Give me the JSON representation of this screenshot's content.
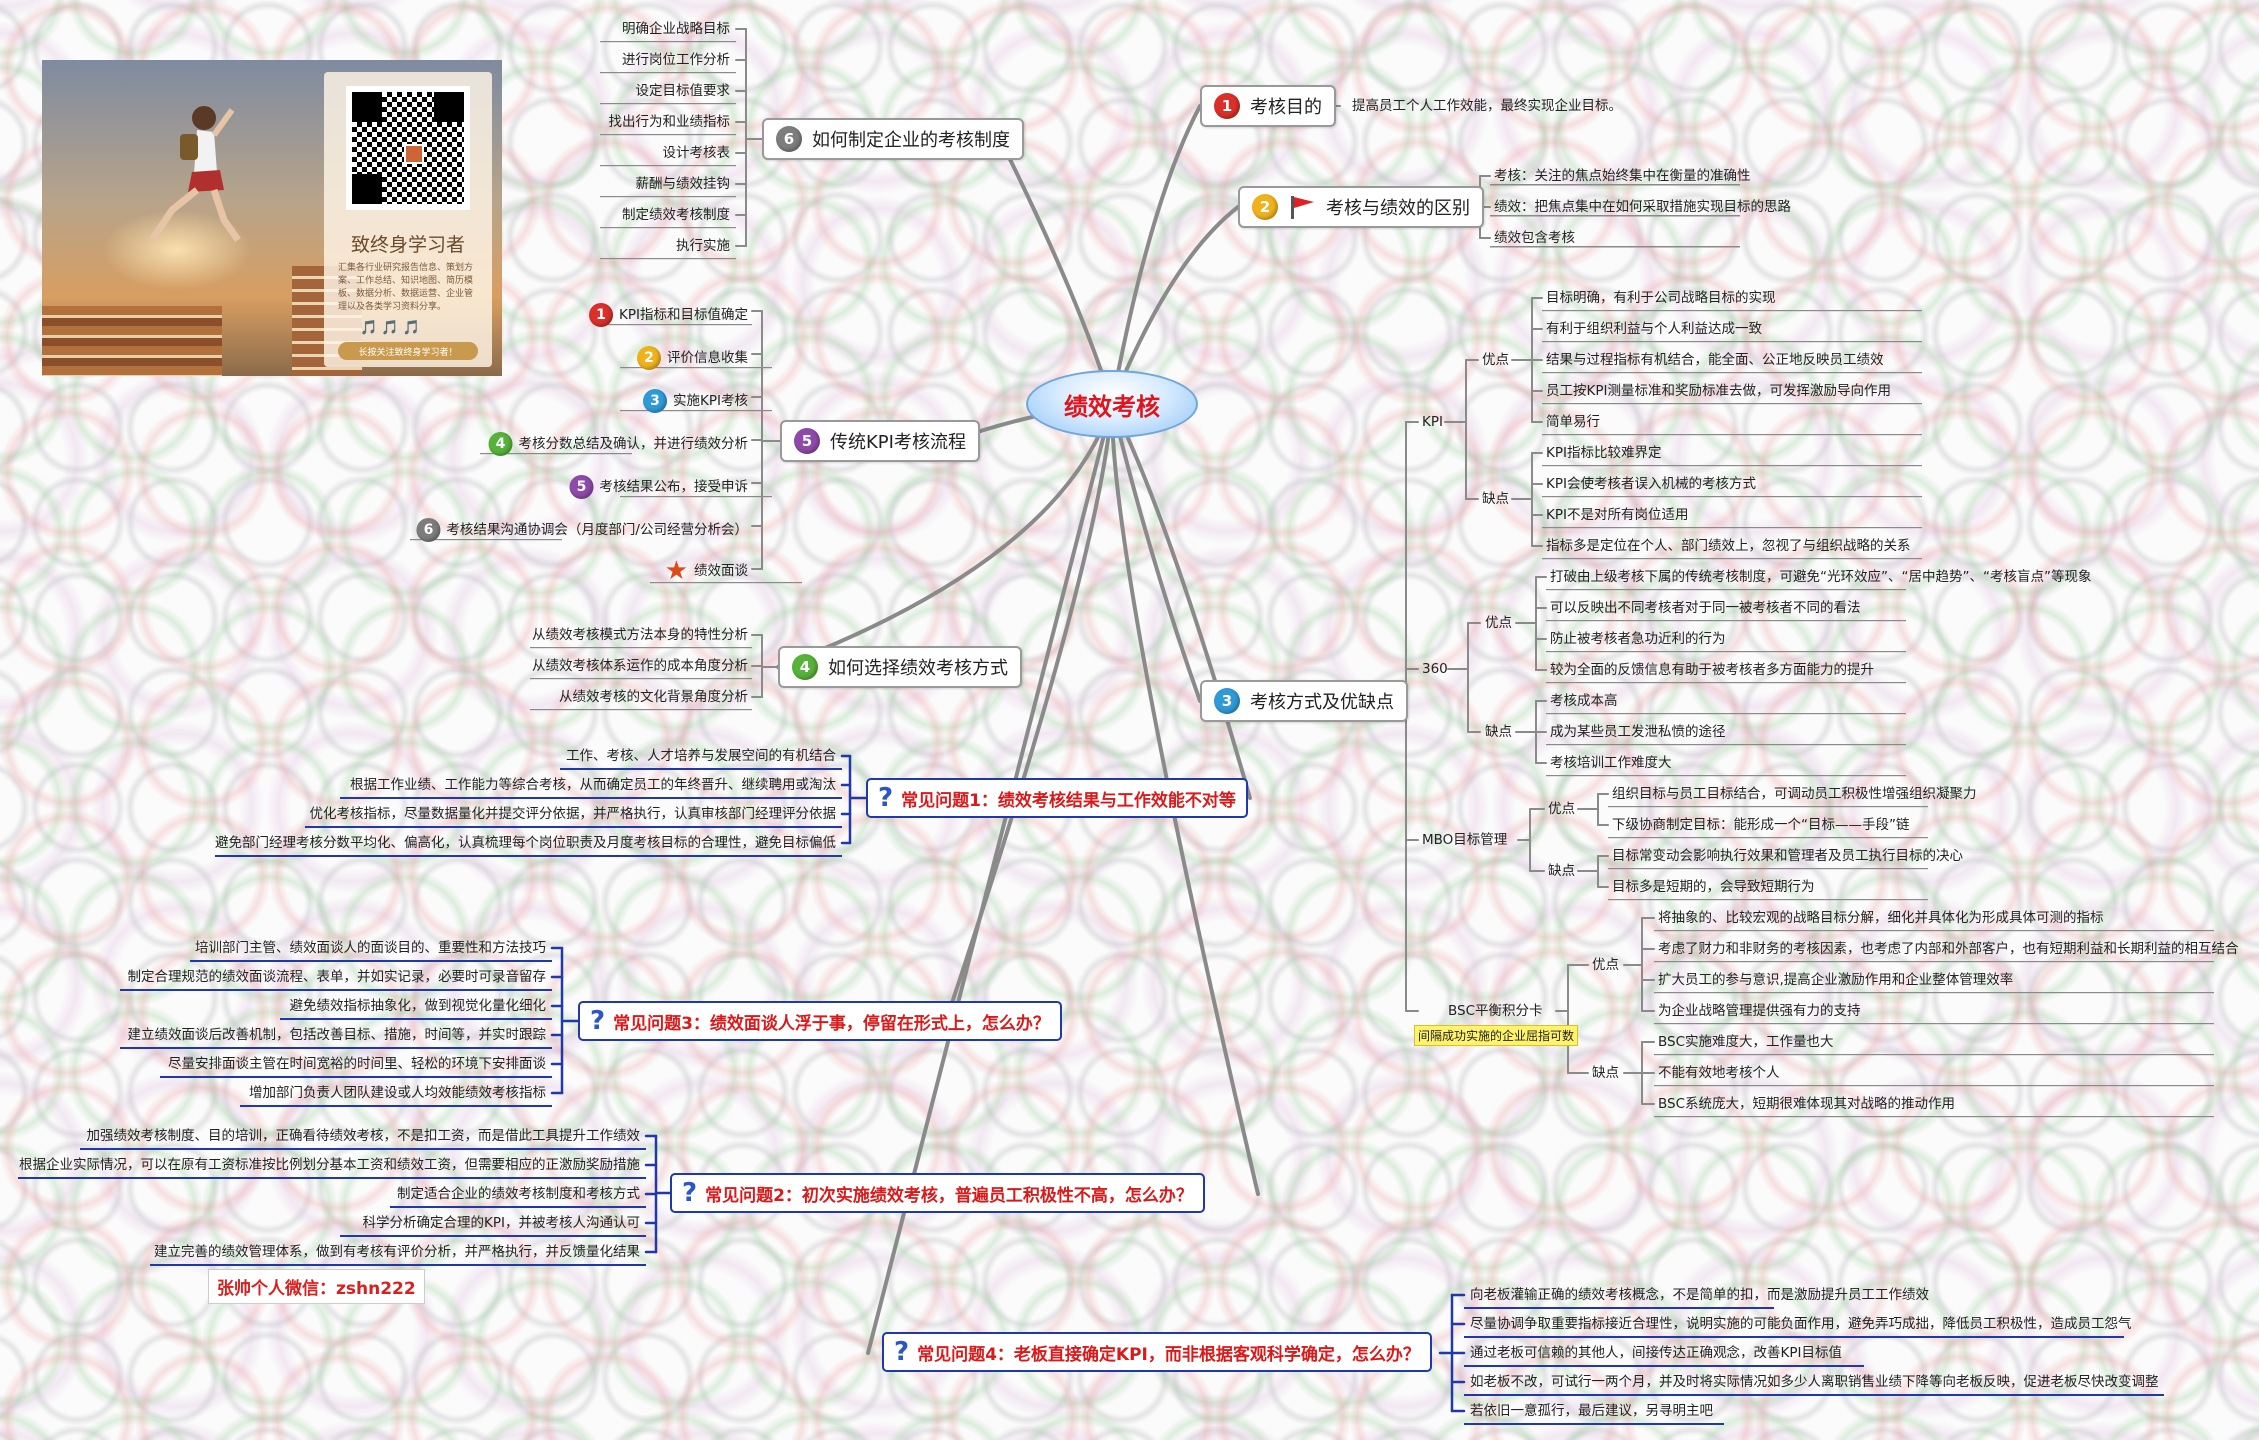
{
  "center": "绩效考核",
  "poster": {
    "title": "致终身学习者",
    "body": "汇集各行业研究报告信息、策划方案、工作总结、知识地图、简历模板、数据分析、数据运营、企业管理以及各类学习资料分享。",
    "stars": "🎵🎵🎵",
    "footer": "长按关注致终身学习者！"
  },
  "b1": {
    "num": "1",
    "label": "考核目的",
    "items": [
      "提高员工个人工作效能，最终实现企业目标。"
    ]
  },
  "b2": {
    "num": "2",
    "label": "考核与绩效的区别",
    "items": [
      "考核：关注的焦点始终集中在衡量的准确性",
      "绩效：把焦点集中在如何采取措施实现目标的思路",
      "绩效包含考核"
    ]
  },
  "b3": {
    "num": "3",
    "label": "考核方式及优缺点",
    "kpi": {
      "label": "KPI",
      "pros_label": "优点",
      "pros": [
        "目标明确，有利于公司战略目标的实现",
        "有利于组织利益与个人利益达成一致",
        "结果与过程指标有机结合，能全面、公正地反映员工绩效",
        "员工按KPI测量标准和奖励标准去做，可发挥激励导向作用",
        "简单易行"
      ],
      "cons_label": "缺点",
      "cons": [
        "KPI指标比较难界定",
        "KPI会使考核者误入机械的考核方式",
        "KPI不是对所有岗位适用",
        "指标多是定位在个人、部门绩效上，忽视了与组织战略的关系"
      ]
    },
    "d360": {
      "label": "360",
      "pros_label": "优点",
      "pros": [
        "打破由上级考核下属的传统考核制度，可避免“光环效应”、“居中趋势”、“考核盲点”等现象",
        "可以反映出不同考核者对于同一被考核者不同的看法",
        "防止被考核者急功近利的行为",
        "较为全面的反馈信息有助于被考核者多方面能力的提升"
      ],
      "cons_label": "缺点",
      "cons": [
        "考核成本高",
        "成为某些员工发泄私愤的途径",
        "考核培训工作难度大"
      ]
    },
    "mbo": {
      "label": "MBO目标管理",
      "pros_label": "优点",
      "pros": [
        "组织目标与员工目标结合，可调动员工积极性增强组织凝聚力",
        "下级协商制定目标：能形成一个“目标——手段”链"
      ],
      "cons_label": "缺点",
      "cons": [
        "目标常变动会影响执行效果和管理者及员工执行目标的决心",
        "目标多是短期的，会导致短期行为"
      ]
    },
    "bsc": {
      "label": "BSC平衡积分卡",
      "note": "间隔成功实施的企业屈指可数",
      "pros_label": "优点",
      "pros": [
        "将抽象的、比较宏观的战略目标分解，细化并具体化为形成具体可测的指标",
        "考虑了财力和非财务的考核因素，也考虑了内部和外部客户，也有短期利益和长期利益的相互结合",
        "扩大员工的参与意识,提高企业激励作用和企业整体管理效率",
        "为企业战略管理提供强有力的支持"
      ],
      "cons_label": "缺点",
      "cons": [
        "BSC实施难度大，工作量也大",
        "不能有效地考核个人",
        "BSC系统庞大，短期很难体现其对战略的推动作用"
      ]
    }
  },
  "b4": {
    "num": "4",
    "label": "如何选择绩效考核方式",
    "items": [
      "从绩效考核模式方法本身的特性分析",
      "从绩效考核体系运作的成本角度分析",
      "从绩效考核的文化背景角度分析"
    ]
  },
  "b5": {
    "num": "5",
    "label": "传统KPI考核流程",
    "items": [
      {
        "n": "1",
        "t": "KPI指标和目标值确定"
      },
      {
        "n": "2",
        "t": "评价信息收集"
      },
      {
        "n": "3",
        "t": "实施KPI考核"
      },
      {
        "n": "4",
        "t": "考核分数总结及确认，并进行绩效分析"
      },
      {
        "n": "5",
        "t": "考核结果公布，接受申诉"
      },
      {
        "n": "6",
        "t": "考核结果沟通协调会（月度部门/公司经营分析会）"
      },
      {
        "n": "★",
        "t": "绩效面谈"
      }
    ]
  },
  "b6": {
    "num": "6",
    "label": "如何制定企业的考核制度",
    "items": [
      "明确企业战略目标",
      "进行岗位工作分析",
      "设定目标值要求",
      "找出行为和业绩指标",
      "设计考核表",
      "薪酬与绩效挂钩",
      "制定绩效考核制度",
      "执行实施"
    ]
  },
  "q1": {
    "label": "常见问题1：绩效考核结果与工作效能不对等",
    "items": [
      "工作、考核、人才培养与发展空间的有机结合",
      "根据工作业绩、工作能力等综合考核，从而确定员工的年终晋升、继续聘用或淘汰",
      "优化考核指标，尽量数据量化并提交评分依据，并严格执行，认真审核部门经理评分依据",
      "避免部门经理考核分数平均化、偏高化，认真梳理每个岗位职责及月度考核目标的合理性，避免目标偏低"
    ]
  },
  "q3": {
    "label": "常见问题3：绩效面谈人浮于事，停留在形式上，怎么办？",
    "items": [
      "培训部门主管、绩效面谈人的面谈目的、重要性和方法技巧",
      "制定合理规范的绩效面谈流程、表单，并如实记录，必要时可录音留存",
      "避免绩效指标抽象化，做到视觉化量化细化",
      "建立绩效面谈后改善机制，包括改善目标、措施，时间等，并实时跟踪",
      "尽量安排面谈主管在时间宽裕的时间里、轻松的环境下安排面谈",
      "增加部门负责人团队建设或人均效能绩效考核指标"
    ]
  },
  "q2": {
    "label": "常见问题2：初次实施绩效考核，普遍员工积极性不高，怎么办？",
    "items": [
      "加强绩效考核制度、目的培训，正确看待绩效考核，不是扣工资，而是借此工具提升工作绩效",
      "根据企业实际情况，可以在原有工资标准按比例划分基本工资和绩效工资，但需要相应的正激励奖励措施",
      "制定适合企业的绩效考核制度和考核方式",
      "科学分析确定合理的KPI，并被考核人沟通认可",
      "建立完善的绩效管理体系，做到有考核有评价分析，并严格执行，并反馈量化结果"
    ]
  },
  "q4": {
    "label": "常见问题4：老板直接确定KPI，而非根据客观科学确定，怎么办？",
    "items": [
      "向老板灌输正确的绩效考核概念，不是简单的扣，而是激励提升员工工作绩效",
      "尽量协调争取重要指标接近合理性，说明实施的可能负面作用，避免弄巧成拙，降低员工积极性，造成员工怨气",
      "通过老板可信赖的其他人，间接传达正确观念，改善KPI目标值",
      "如老板不改，可试行一两个月，并及时将实际情况如多少人离职销售业绩下降等向老板反映，促进老板尽快改变调整",
      "若依旧一意孤行，最后建议，另寻明主吧"
    ]
  },
  "wechat": "张帅个人微信：zshn222",
  "colors": {
    "center_text": "#e0141c",
    "question_text": "#d91a1a",
    "question_border": "#1f3aa8",
    "connector": "#8a8a8a",
    "underline_blue": "#1f3aa8"
  }
}
